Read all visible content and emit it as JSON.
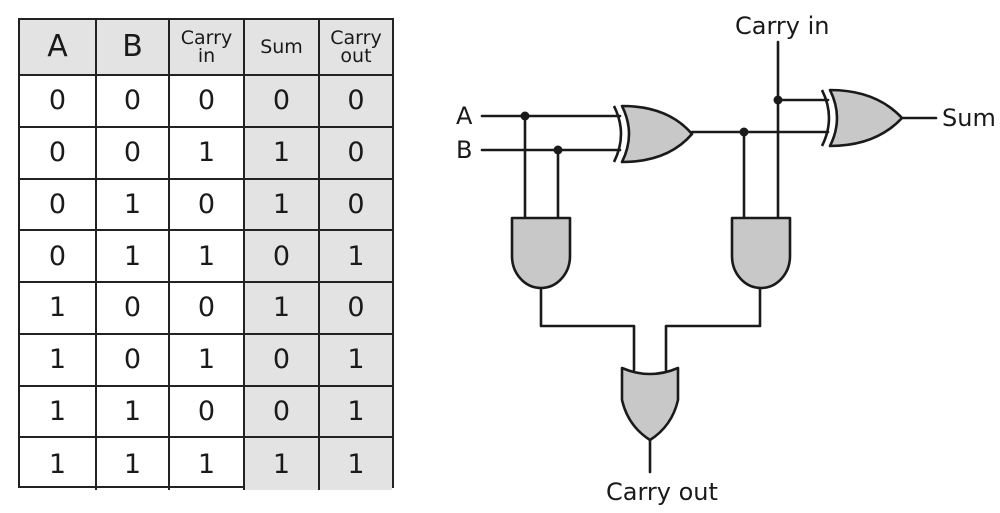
{
  "table": {
    "headers": [
      "A",
      "B",
      "Carry\nin",
      "Sum",
      "Carry\nout"
    ],
    "rows": [
      [
        "0",
        "0",
        "0",
        "0",
        "0"
      ],
      [
        "0",
        "0",
        "1",
        "1",
        "0"
      ],
      [
        "0",
        "1",
        "0",
        "1",
        "0"
      ],
      [
        "0",
        "1",
        "1",
        "0",
        "1"
      ],
      [
        "1",
        "0",
        "0",
        "1",
        "0"
      ],
      [
        "1",
        "0",
        "1",
        "0",
        "1"
      ],
      [
        "1",
        "1",
        "0",
        "0",
        "1"
      ],
      [
        "1",
        "1",
        "1",
        "1",
        "1"
      ]
    ]
  },
  "circuit": {
    "input_a": "A",
    "input_b": "B",
    "carry_in": "Carry in",
    "sum": "Sum",
    "carry_out": "Carry out"
  },
  "colors": {
    "gate_fill": "#c8c8c8",
    "header_fill": "#e3e3e3",
    "line": "#1a1a1a"
  }
}
